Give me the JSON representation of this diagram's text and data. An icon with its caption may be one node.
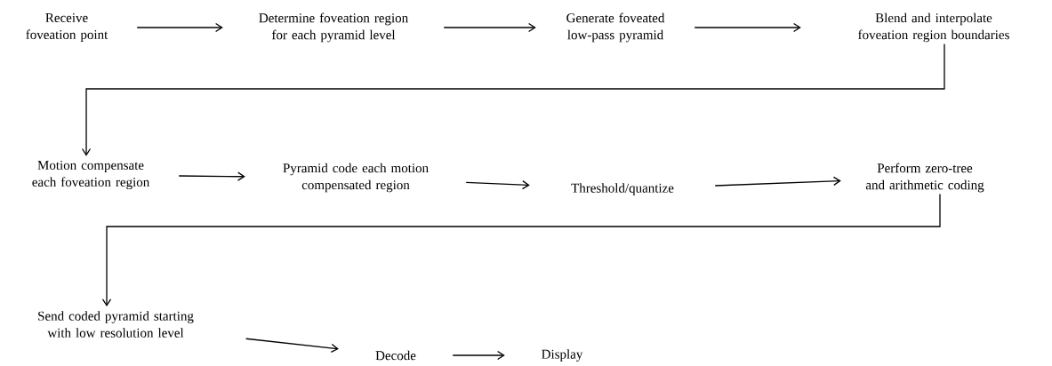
{
  "diagram": {
    "nodes": [
      {
        "text": [
          "Receive foveation point"
        ]
      },
      {
        "text": [
          "Determine foveation region for each pyramid level"
        ]
      },
      {
        "text": [
          "Generate foveated low-pass pyramid"
        ]
      },
      {
        "text": [
          "Blend and interpolate foveation region boundaries"
        ]
      },
      {
        "text": [
          "Motion compensate each foveation region"
        ]
      },
      {
        "text": [
          "Pyramid code each motion compensated region"
        ]
      },
      {
        "text": [
          "Threshold/quantize"
        ]
      },
      {
        "text": [
          "Perform zero-tree and arithmetic coding"
        ]
      },
      {
        "text": [
          "Send coded pyramid starting with low resolution level"
        ]
      },
      {
        "text": [
          "Decode"
        ]
      },
      {
        "text": [
          "Display"
        ]
      }
    ],
    "edges": [
      {
        "from": 0,
        "to": 1,
        "arrow": "to"
      },
      {
        "from": 1,
        "to": 2,
        "arrow": "to"
      },
      {
        "from": 2,
        "to": 3,
        "arrow": "to"
      },
      {
        "from": 3,
        "to": 4,
        "arrow": "to"
      },
      {
        "from": 4,
        "to": 5,
        "arrow": "to"
      },
      {
        "from": 5,
        "to": 6,
        "arrow": "to"
      },
      {
        "from": 6,
        "to": 7,
        "arrow": "to"
      },
      {
        "from": 7,
        "to": 8,
        "arrow": "to"
      },
      {
        "from": 8,
        "to": 9,
        "arrow": "to"
      },
      {
        "from": 9,
        "to": 10,
        "arrow": "to"
      }
    ]
  }
}
